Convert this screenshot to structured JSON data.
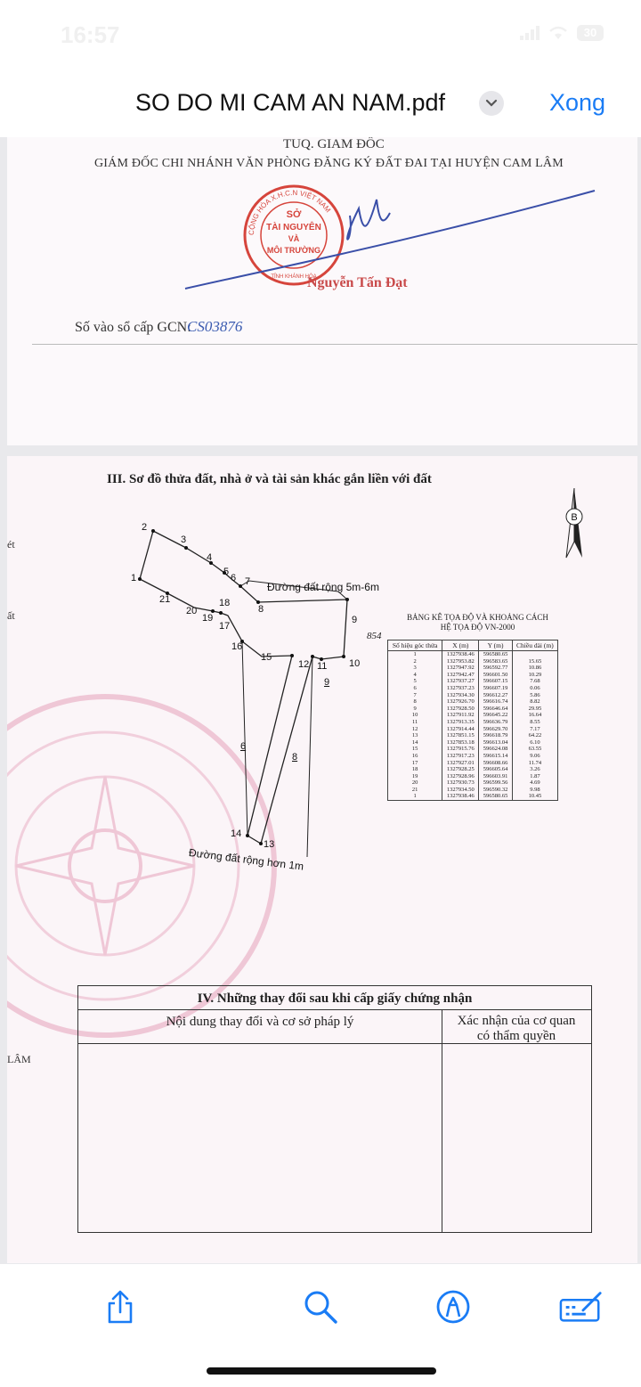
{
  "status_bar": {
    "time": "16:57",
    "battery": "30"
  },
  "nav": {
    "title": "SO DO MI CAM AN NAM.pdf",
    "done": "Xong"
  },
  "page1": {
    "line1": "TUQ. GIAM ĐỐC",
    "line2": "GIÁM ĐỐC CHI NHÁNH VĂN PHÒNG ĐĂNG KÝ ĐẤT ĐAI TẠI HUYỆN CAM LÂM",
    "signer": "Nguyễn Tấn Đạt",
    "gcn_label": "Số vào sổ cấp GCN:",
    "gcn_value": "CS03876",
    "stamp": {
      "ring": "CỘNG HÒA X.H.C.N VIỆT NAM",
      "line1": "SỞ",
      "line2": "TÀI NGUYÊN",
      "line3": "VÀ",
      "line4": "MÔI TRƯỜNG",
      "bottom": "TỈNH KHÁNH HÒA"
    }
  },
  "page2": {
    "section3_title": "III. Sơ đồ thửa đất, nhà ở và tài sản khác gắn liền với đất",
    "north": "B",
    "road_top": "Đường đất rộng 5m-6m",
    "road_bottom": "Đường đất rộng hơn 1m",
    "plot_labels": {
      "p6": "6",
      "p8": "8",
      "p9": "9",
      "n854": "854"
    },
    "table": {
      "title1": "BẢNG KÊ TỌA ĐỘ VÀ KHOẢNG CÁCH",
      "title2": "HỆ TỌA ĐỘ VN-2000",
      "headers": [
        "Số hiệu góc thửa",
        "X (m)",
        "Y (m)",
        "Chiều dài (m)"
      ],
      "rows": [
        [
          "1",
          "1327938.46",
          "596580.65",
          ""
        ],
        [
          "2",
          "1327953.82",
          "596583.65",
          "15.65"
        ],
        [
          "3",
          "1327947.92",
          "596592.77",
          "10.86"
        ],
        [
          "4",
          "1327942.47",
          "596601.50",
          "10.29"
        ],
        [
          "5",
          "1327937.27",
          "596607.15",
          "7.68"
        ],
        [
          "6",
          "1327937.23",
          "596607.19",
          "0.06"
        ],
        [
          "7",
          "1327934.30",
          "596612.27",
          "5.86"
        ],
        [
          "8",
          "1327926.70",
          "596616.74",
          "8.82"
        ],
        [
          "9",
          "1327928.50",
          "596646.64",
          "29.95"
        ],
        [
          "10",
          "1327911.92",
          "596645.22",
          "16.64"
        ],
        [
          "11",
          "1327913.35",
          "596636.79",
          "8.55"
        ],
        [
          "12",
          "1327914.44",
          "596629.70",
          "7.17"
        ],
        [
          "13",
          "1327851.15",
          "596618.79",
          "64.22"
        ],
        [
          "14",
          "1327853.18",
          "596613.04",
          "6.10"
        ],
        [
          "15",
          "1327915.76",
          "596624.08",
          "63.55"
        ],
        [
          "16",
          "1327917.23",
          "596615.14",
          "9.06"
        ],
        [
          "17",
          "1327927.01",
          "596608.66",
          "11.74"
        ],
        [
          "18",
          "1327928.25",
          "596605.64",
          "3.26"
        ],
        [
          "19",
          "1327928.96",
          "596603.91",
          "1.87"
        ],
        [
          "20",
          "1327930.73",
          "596599.56",
          "4.69"
        ],
        [
          "21",
          "1327934.50",
          "596590.32",
          "9.98"
        ],
        [
          "1",
          "1327938.46",
          "596580.65",
          "10.45"
        ]
      ]
    },
    "section4": {
      "title": "IV. Những thay đổi sau khi cấp giấy chứng nhận",
      "col1": "Nội dung thay đổi và cơ sở pháp lý",
      "col2_line1": "Xác nhận của cơ quan",
      "col2_line2": "có thẩm quyền"
    },
    "edge_text": {
      "a": "ét",
      "b": "ất",
      "c": "LÂM"
    }
  },
  "toolbar": {
    "share": "share-icon",
    "search": "search-icon",
    "markup": "markup-icon",
    "annotate": "annotate-icon"
  },
  "colors": {
    "accent": "#1a7cf5",
    "stamp": "#d6453c",
    "ink": "#3a5bb0"
  }
}
